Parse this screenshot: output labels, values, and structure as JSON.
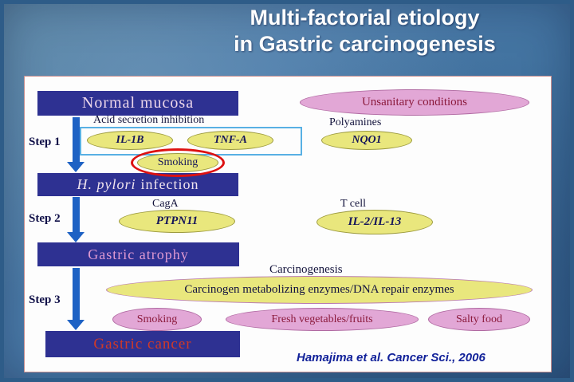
{
  "title": {
    "line1": "Multi-factorial etiology",
    "line2": "in Gastric carcinogenesis"
  },
  "citation": "Hamajima et al. Cancer Sci., 2006",
  "steps": {
    "step1": "Step 1",
    "step2": "Step 2",
    "step3": "Step 3"
  },
  "boxes": {
    "normal_mucosa": "Normal mucosa",
    "hpylori_italic": "H. pylori",
    "hpylori_rest": "infection",
    "gastric_atrophy": "Gastric atrophy",
    "gastric_cancer": "Gastric cancer"
  },
  "labels": {
    "acid_secretion": "Acid secretion inhibition",
    "polyamines": "Polyamines",
    "caga": "CagA",
    "tcell": "T cell",
    "carcinogenesis": "Carcinogenesis"
  },
  "ellipses": {
    "unsanitary": "Unsanitary conditions",
    "il1b": "IL-1B",
    "tnfa": "TNF-A",
    "nqo1": "NQO1",
    "smoking_top": "Smoking",
    "ptpn11": "PTPN11",
    "il2_il13": "IL-2/IL-13",
    "enzymes": "Carcinogen metabolizing enzymes/DNA repair enzymes",
    "smoking_bottom": "Smoking",
    "fresh_veg": "Fresh vegetables/fruits",
    "salty_food": "Salty food"
  },
  "colors": {
    "navy_box": "#2e3192",
    "yellow_fill": "#e9e77d",
    "pink_fill": "#e2a7d6",
    "arrow_blue": "#1e62c4",
    "highlight_rect": "#58b0e4",
    "smoking_ring": "#dd1111",
    "gastric_cancer_text": "#cf3a28",
    "title_text": "#ffffff",
    "citation_text": "#12229a"
  }
}
